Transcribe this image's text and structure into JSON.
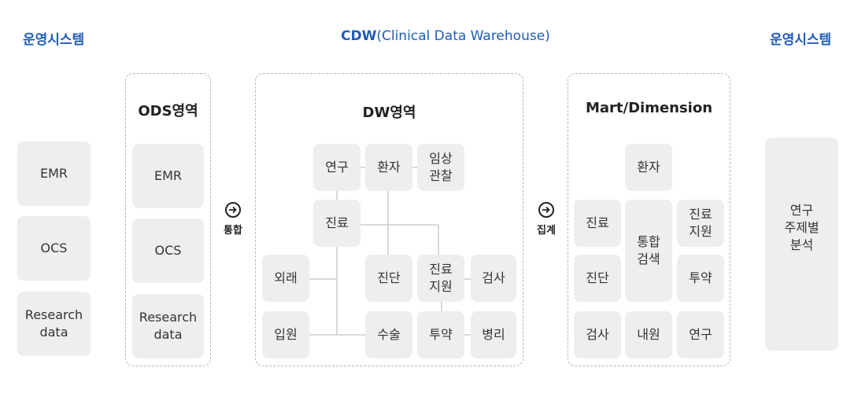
{
  "headers": {
    "left": "운영시스템",
    "center_strong": "CDW",
    "center_rest": "(Clinical Data Warehouse)",
    "right": "운영시스템"
  },
  "left_systems": [
    "EMR",
    "OCS",
    "Research\ndata"
  ],
  "ods": {
    "title": "ODS영역",
    "items": [
      "EMR",
      "OCS",
      "Research\ndata"
    ]
  },
  "arrow_integrate": "통합",
  "dw": {
    "title": "DW영역",
    "research": "연구",
    "patient": "환자",
    "observation": "임상\n관찰",
    "treatment": "진료",
    "outpatient": "외래",
    "diagnosis": "진단",
    "support": "진료\n지원",
    "exam": "검사",
    "admission": "입원",
    "surgery": "수술",
    "medication": "투약",
    "pathology": "병리"
  },
  "arrow_aggregate": "집계",
  "mart": {
    "title": "Mart/Dimension",
    "patient": "환자",
    "treatment": "진료",
    "integrated_search": "통합\n검색",
    "support": "진료\n지원",
    "diagnosis": "진단",
    "medication": "투약",
    "exam": "검사",
    "inpatient": "내원",
    "research": "연구"
  },
  "right_analysis": "연구\n주제별\n분석"
}
